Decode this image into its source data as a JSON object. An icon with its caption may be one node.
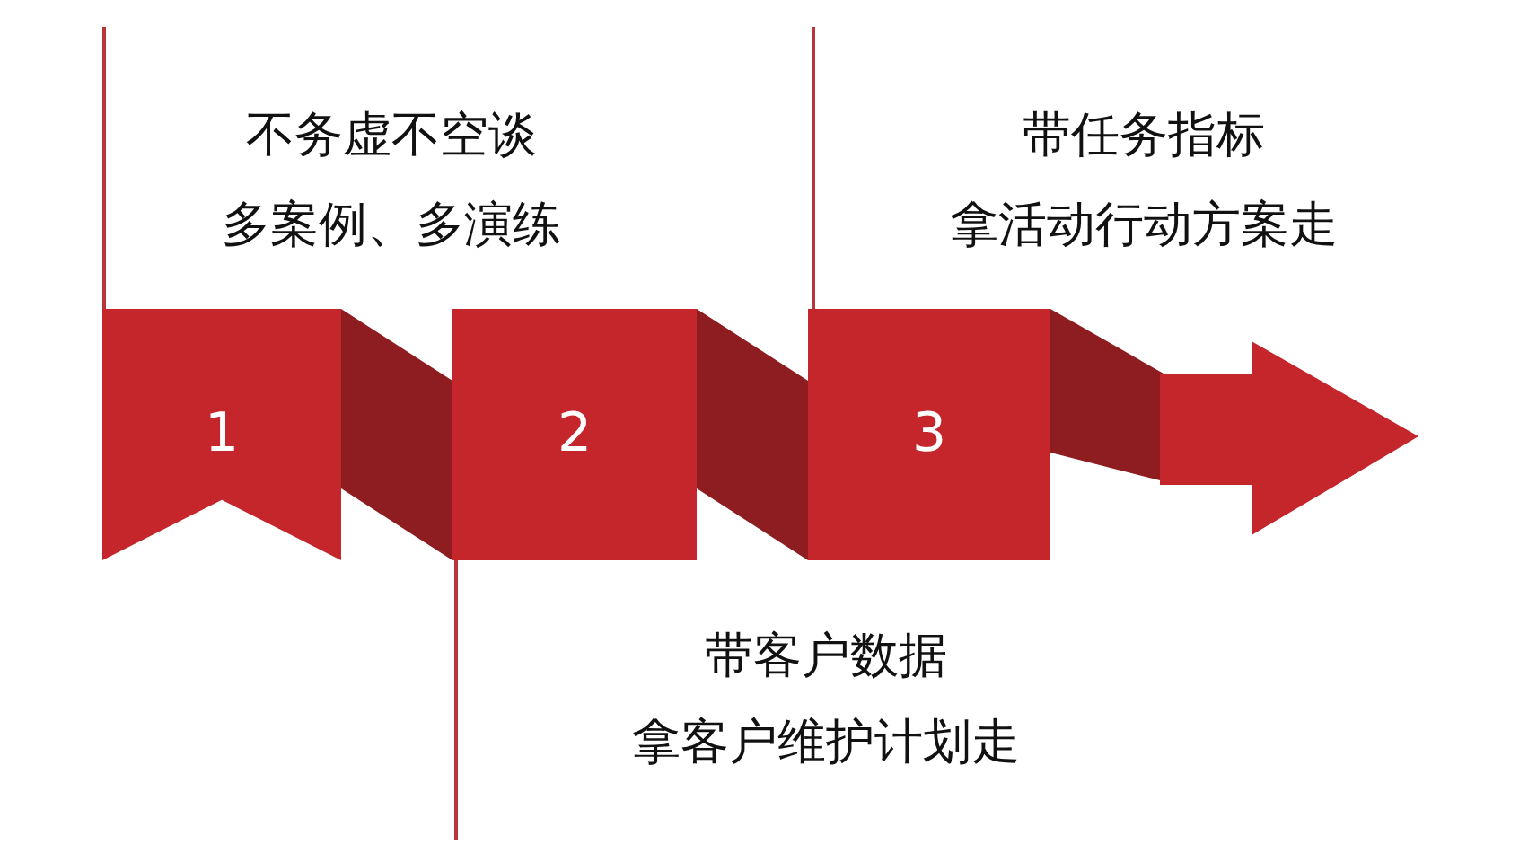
{
  "diagram": {
    "nodes": [
      {
        "text": [
          "1"
        ]
      },
      {
        "text": [
          "2"
        ]
      },
      {
        "text": [
          "3"
        ]
      }
    ],
    "labels": [
      "不务虚不空谈",
      "多案例、多演练",
      "带任务指标",
      "拿活动行动方案走",
      "带客户数据",
      "拿客户维护计划走"
    ]
  }
}
